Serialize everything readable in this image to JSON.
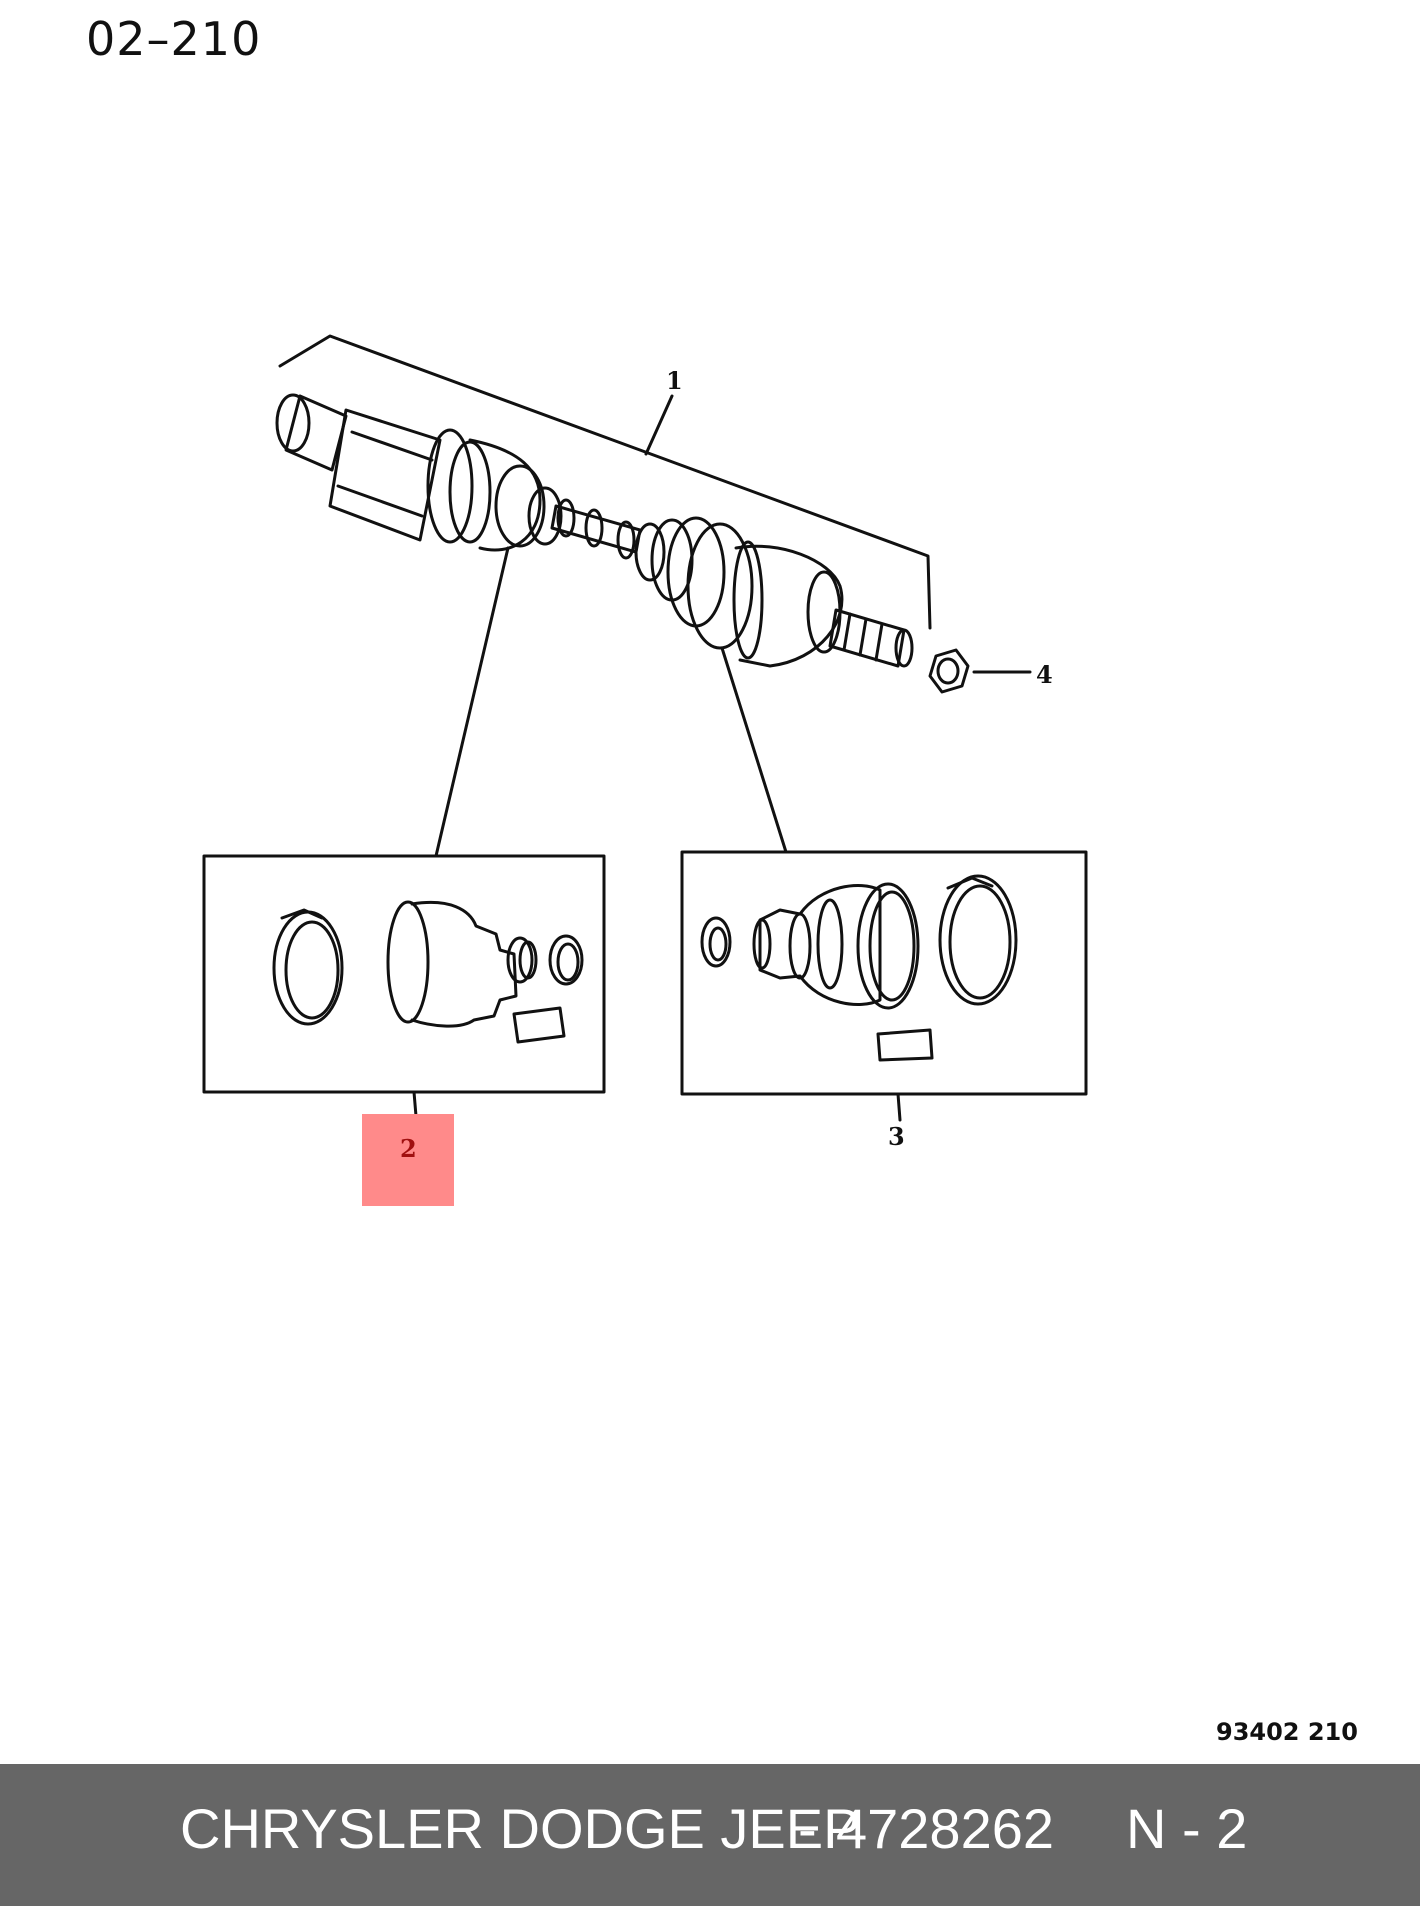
{
  "page": {
    "code": "02–210",
    "ref_code": "93402  210"
  },
  "callouts": {
    "c1": "1",
    "c2": "2",
    "c3": "3",
    "c4": "4"
  },
  "highlight": {
    "callout": "2",
    "color": "#ff8a8a"
  },
  "footer": {
    "brand": "CHRYSLER DODGE JEEP",
    "separator": "-",
    "part_number": "4728262",
    "position": "N - 2",
    "background": "#666666"
  },
  "icons": [
    "drive-shaft-icon",
    "axle-nut-icon",
    "boot-kit-icon",
    "clamp-icon",
    "grease-packet-icon"
  ]
}
